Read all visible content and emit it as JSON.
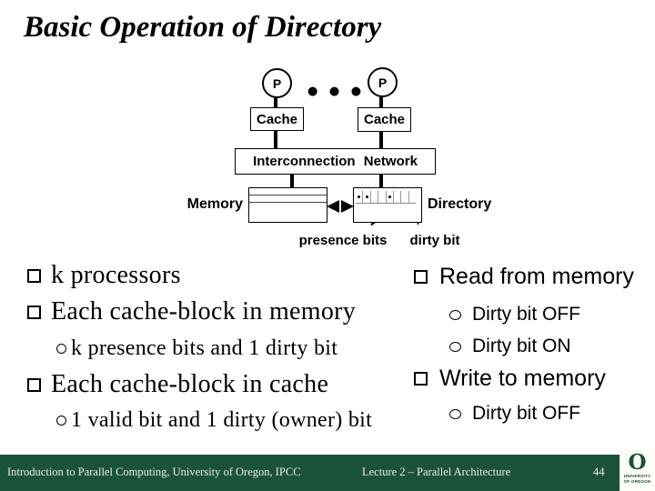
{
  "slide": {
    "title": "Basic Operation of Directory"
  },
  "diagram": {
    "processor_label": "P",
    "ellipsis": "● ● ●",
    "cache_label": "Cache",
    "network_label": "Interconnection Network",
    "memory_label": "Memory",
    "directory_label": "Directory",
    "presence_bits_label": "presence bits",
    "dirty_bit_label": "dirty bit",
    "directory_cells": 8,
    "dot_cells": [
      0,
      1,
      4
    ]
  },
  "bullets_left": [
    {
      "level": 1,
      "text": "k processors"
    },
    {
      "level": 1,
      "text": "Each cache-block in memory"
    },
    {
      "level": 2,
      "text": "k presence bits and 1 dirty bit"
    },
    {
      "level": 1,
      "text": "Each cache-block in cache"
    },
    {
      "level": 2,
      "text": "1 valid bit and 1 dirty (owner) bit"
    }
  ],
  "bullets_right": [
    {
      "level": 1,
      "text": "Read from memory"
    },
    {
      "level": 2,
      "text": "Dirty bit OFF"
    },
    {
      "level": 2,
      "text": "Dirty bit ON"
    },
    {
      "level": 1,
      "text": "Write to memory"
    },
    {
      "level": 2,
      "text": "Dirty bit OFF"
    }
  ],
  "footer": {
    "left": "Introduction to Parallel Computing, University of Oregon, IPCC",
    "center": "Lecture 2 – Parallel Architecture",
    "page": "44",
    "bar_color": "#1b523c"
  },
  "logo": {
    "letter": "O",
    "line1": "UNIVERSITY",
    "line2": "OF OREGON",
    "color": "#17503a"
  }
}
